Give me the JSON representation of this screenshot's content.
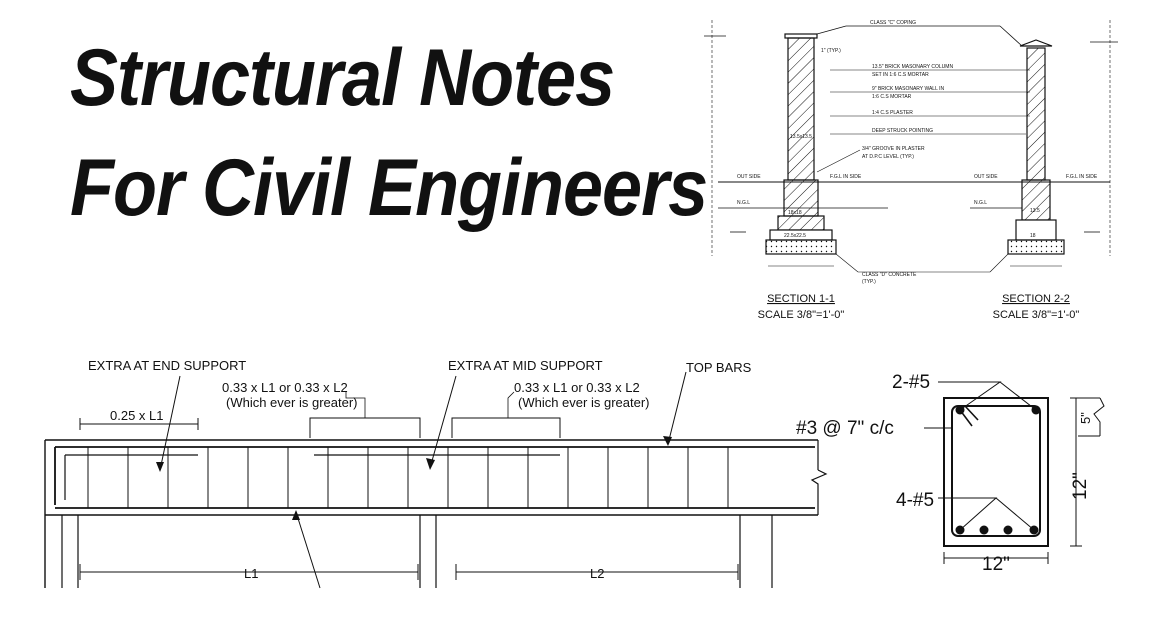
{
  "title": {
    "line1": "Structural Notes",
    "line2": "For Civil Engineers"
  },
  "wall_section": {
    "coping": "CLASS \"C\" COPING",
    "typ_top": "1\" (TYP.)",
    "col_note1": "13.5\" BRICK MASONARY COLUMN",
    "col_note2": "SET IN 1:6 C.S MORTAR",
    "wall_note1": "9\" BRICK MASONARY WALL IN",
    "wall_note2": "1:6 C.S MORTAR",
    "plaster": "1:4 C.S PLASTER",
    "pointing": "DEEP STRUCK POINTING",
    "groove1": "3/4\" GROOVE IN PLASTER",
    "groove2": "AT D.P.C LEVEL (TYP.)",
    "out_side": "OUT SIDE",
    "fgl_in_side": "F.G.L IN SIDE",
    "ngl": "N.G.L",
    "col_dim": "13.5x13.5",
    "base_dim1": "18x18",
    "base_dim2": "22.5x22.5",
    "wall_dim": "13.5",
    "foot_dim": "18",
    "concrete1": "CLASS \"D\" CONCRETE",
    "concrete2": "(TYP.)",
    "section1": "SECTION 1-1",
    "section2": "SECTION 2-2",
    "scale": "SCALE 3/8\"=1'-0\""
  },
  "beam": {
    "extra_end": "EXTRA AT END SUPPORT",
    "extra_mid": "EXTRA AT MID SUPPORT",
    "formula": "0.33 x L1 or 0.33 x L2",
    "which": "(Which ever is greater)",
    "top_bars": "TOP BARS",
    "quarter": "0.25 x L1",
    "span1": "L1",
    "span2": "L2"
  },
  "beam_section": {
    "top_bars": "2-#5",
    "stirrups": "#3 @ 7\" c/c",
    "bottom_bars": "4-#5",
    "depth_small": "5\"",
    "depth": "12\"",
    "width": "12\""
  }
}
